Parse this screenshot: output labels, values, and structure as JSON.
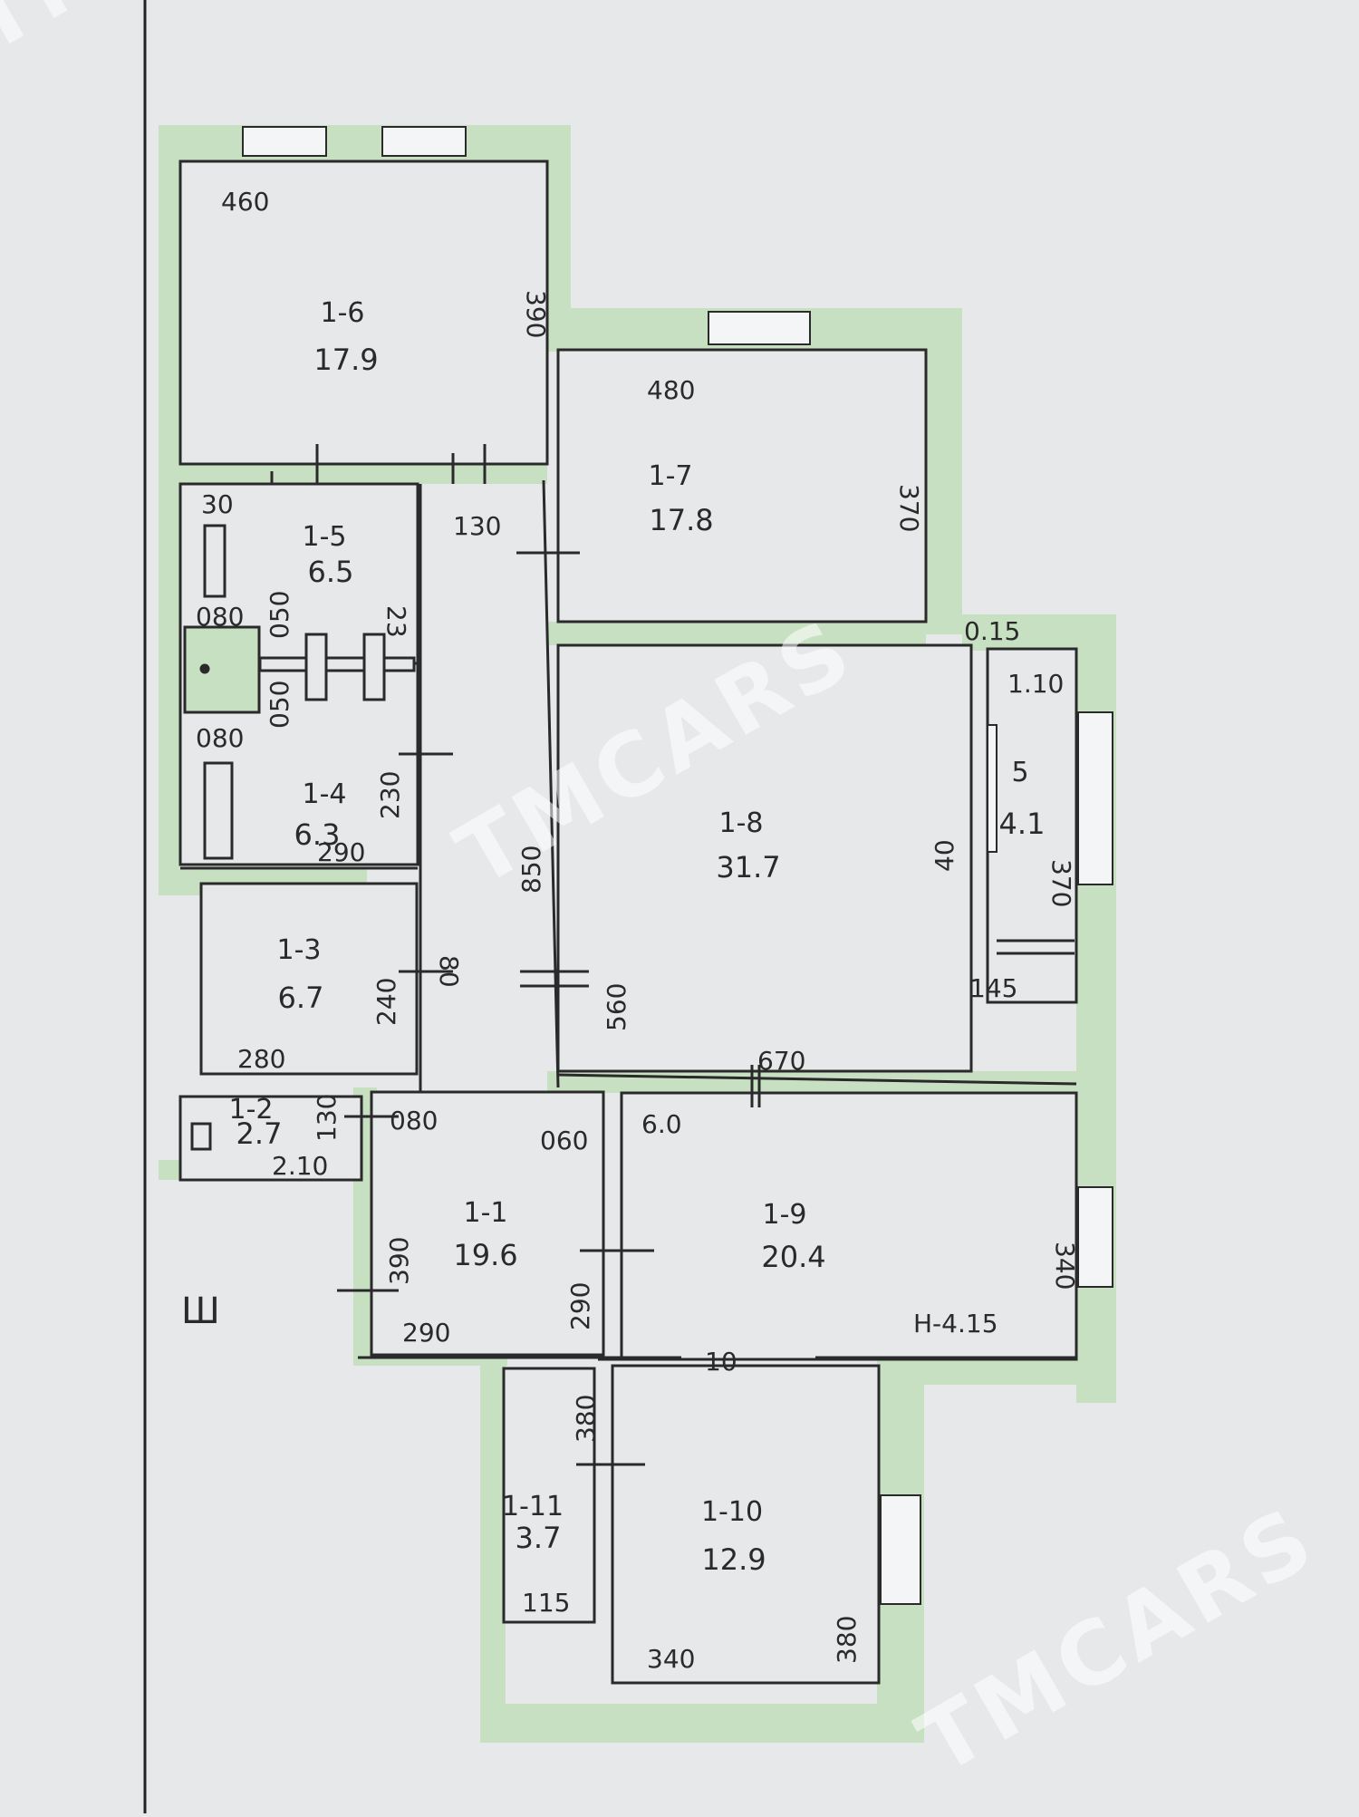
{
  "watermark": {
    "text": "TMCARS",
    "corner_text": "TM"
  },
  "colors": {
    "wall": "#c7e0c2",
    "line": "#2a2a2a",
    "paper": "#e6e8ea"
  },
  "marks": {
    "north": "Ш"
  },
  "rooms": [
    {
      "id": "1-6",
      "area": "17.9"
    },
    {
      "id": "1-7",
      "area": "17.8"
    },
    {
      "id": "1-5",
      "area": "6.5"
    },
    {
      "id": "1-4",
      "area": "6.3"
    },
    {
      "id": "1-3",
      "area": "6.7"
    },
    {
      "id": "1-8",
      "area": "31.7"
    },
    {
      "id": "5",
      "area": "4.1"
    },
    {
      "id": "1-2",
      "area": "2.7"
    },
    {
      "id": "1-1",
      "area": "19.6"
    },
    {
      "id": "1-9",
      "area": "20.4"
    },
    {
      "id": "1-10",
      "area": "12.9"
    },
    {
      "id": "1-11",
      "area": "3.7"
    }
  ],
  "dimensions": [
    "460",
    "390",
    "480",
    "370",
    "130",
    "30",
    "080",
    "050",
    "23",
    "050",
    "080",
    "230",
    "290",
    "850",
    "80",
    "240",
    "280",
    "560",
    "40",
    "145",
    "670",
    "1.10",
    "370",
    "0.15",
    "130",
    "080",
    "060",
    "2.10",
    "290",
    "390",
    "290",
    "6.0",
    "340",
    "H-4.15",
    "10",
    "380",
    "115",
    "340",
    "380"
  ]
}
